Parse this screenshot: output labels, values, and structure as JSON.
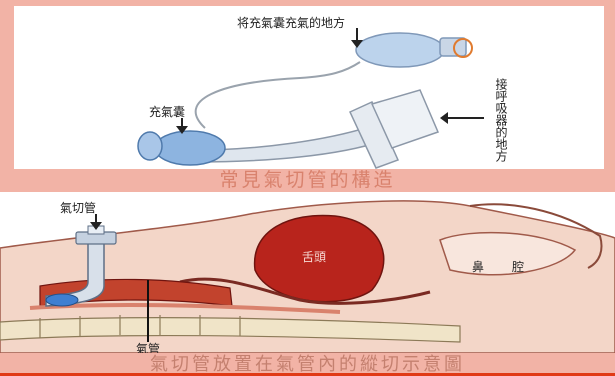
{
  "top_panel": {
    "label_inflation_site": "将充氣囊充氣的地方",
    "label_cuff": "充氣囊",
    "label_connector": "接呼吸器的地方",
    "caption": "常見氣切管的構造"
  },
  "bottom_panel": {
    "label_trach_tube": "氣切管",
    "label_tongue": "舌頭",
    "label_nose_1": "鼻",
    "label_nose_2": "腔",
    "label_trachea": "氣管",
    "caption": "氣切管放置在氣管內的縱切示意圖"
  },
  "colors": {
    "frame_pink": "#f2b3a6",
    "caption_text": "#d9826d",
    "accent_rule": "#e03a16"
  }
}
